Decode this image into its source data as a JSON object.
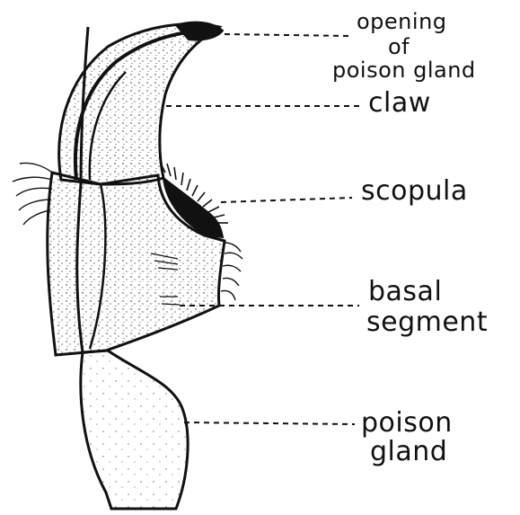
{
  "diagram": {
    "labels": {
      "opening_line1": "opening",
      "opening_line2": "of",
      "opening_line3": "poison gland",
      "claw": "claw",
      "scopula": "scopula",
      "basal_line1": "basal",
      "basal_line2": "segment",
      "poison_line1": "poison",
      "poison_line2": "gland"
    },
    "colors": {
      "ink": "#111111",
      "background": "#ffffff"
    }
  }
}
